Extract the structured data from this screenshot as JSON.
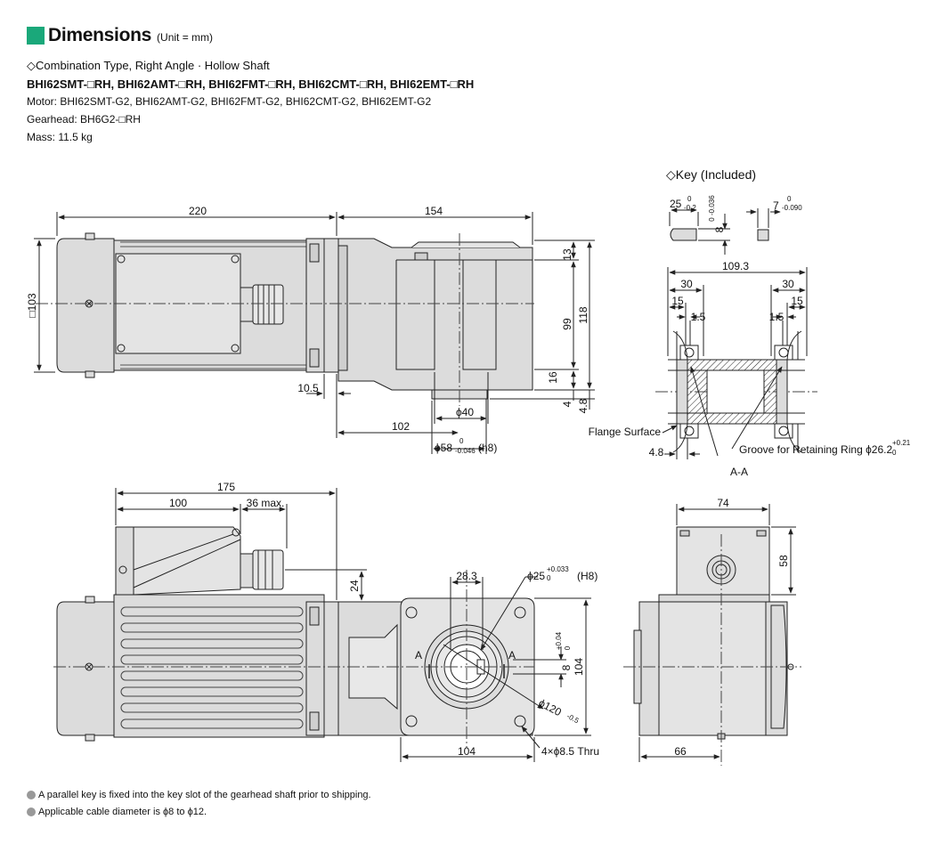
{
  "header": {
    "title": "Dimensions",
    "unit": "(Unit = mm)"
  },
  "subtitle": {
    "type": "◇Combination Type, Right Angle · Hollow Shaft",
    "models": "BHI62SMT-□RH, BHI62AMT-□RH, BHI62FMT-□RH, BHI62CMT-□RH, BHI62EMT-□RH",
    "motor": "Motor: BHI62SMT-G2, BHI62AMT-G2, BHI62FMT-G2, BHI62CMT-G2, BHI62EMT-G2",
    "gearhead": "Gearhead: BH6G2-□RH",
    "mass": "Mass: 11.5 kg"
  },
  "top_view": {
    "dim_220": "220",
    "dim_154": "154",
    "dim_103": "□103",
    "dim_13": "13",
    "dim_99": "99",
    "dim_118": "118",
    "dim_16": "16",
    "dim_4": "4",
    "dim_4_8": "4.8",
    "dim_10_5": "10.5",
    "dim_102": "102",
    "dim_phi40": "ϕ40",
    "dim_phi58": "ϕ58",
    "tol_phi58_upper": "0",
    "tol_phi58_lower": "-0.046",
    "fit_phi58": "(h8)"
  },
  "key": {
    "title": "◇Key (Included)",
    "len": "25",
    "len_tol_upper": "0",
    "len_tol_lower": "-0.2",
    "height": "8",
    "height_tol": "0 -0.036",
    "width": "7",
    "width_tol_upper": "0",
    "width_tol_lower": "-0.090"
  },
  "section": {
    "dim_109_3": "109.3",
    "dim_30_left": "30",
    "dim_30_right": "30",
    "dim_15_left": "15",
    "dim_15_right": "15",
    "dim_1_5_left": "1.5",
    "dim_1_5_right": "1.5",
    "flange": "Flange Surface",
    "dim_4_8": "4.8",
    "groove": "Groove for Retaining Ring ϕ26.2",
    "groove_tol_upper": "+0.21",
    "groove_tol_lower": "0",
    "label": "A-A"
  },
  "front_view": {
    "dim_175": "175",
    "dim_100": "100",
    "dim_36": "36 max.",
    "dim_24": "24",
    "dim_28_3": "28.3",
    "dim_phi25": "ϕ25",
    "tol_phi25_upper": "+0.033",
    "tol_phi25_lower": "0",
    "fit_phi25": "(H8)",
    "dim_8": "8",
    "tol_8_upper": "+0.04",
    "tol_8_lower": "0",
    "dim_104_v": "104",
    "dim_104_h": "104",
    "dim_phi120": "ϕ120",
    "tol_phi120": "-0.5",
    "holes": "4×ϕ8.5 Thru",
    "sec_a": "A"
  },
  "side_view": {
    "dim_74": "74",
    "dim_58": "58",
    "dim_66": "66"
  },
  "notes": [
    "A parallel key is fixed into the key slot of the gearhead shaft prior to shipping.",
    "Applicable cable diameter is ϕ8 to ϕ12."
  ],
  "colors": {
    "accent": "#1aa87a",
    "body_fill": "#dcdcdc",
    "line": "#222222",
    "bullet": "#999999"
  }
}
